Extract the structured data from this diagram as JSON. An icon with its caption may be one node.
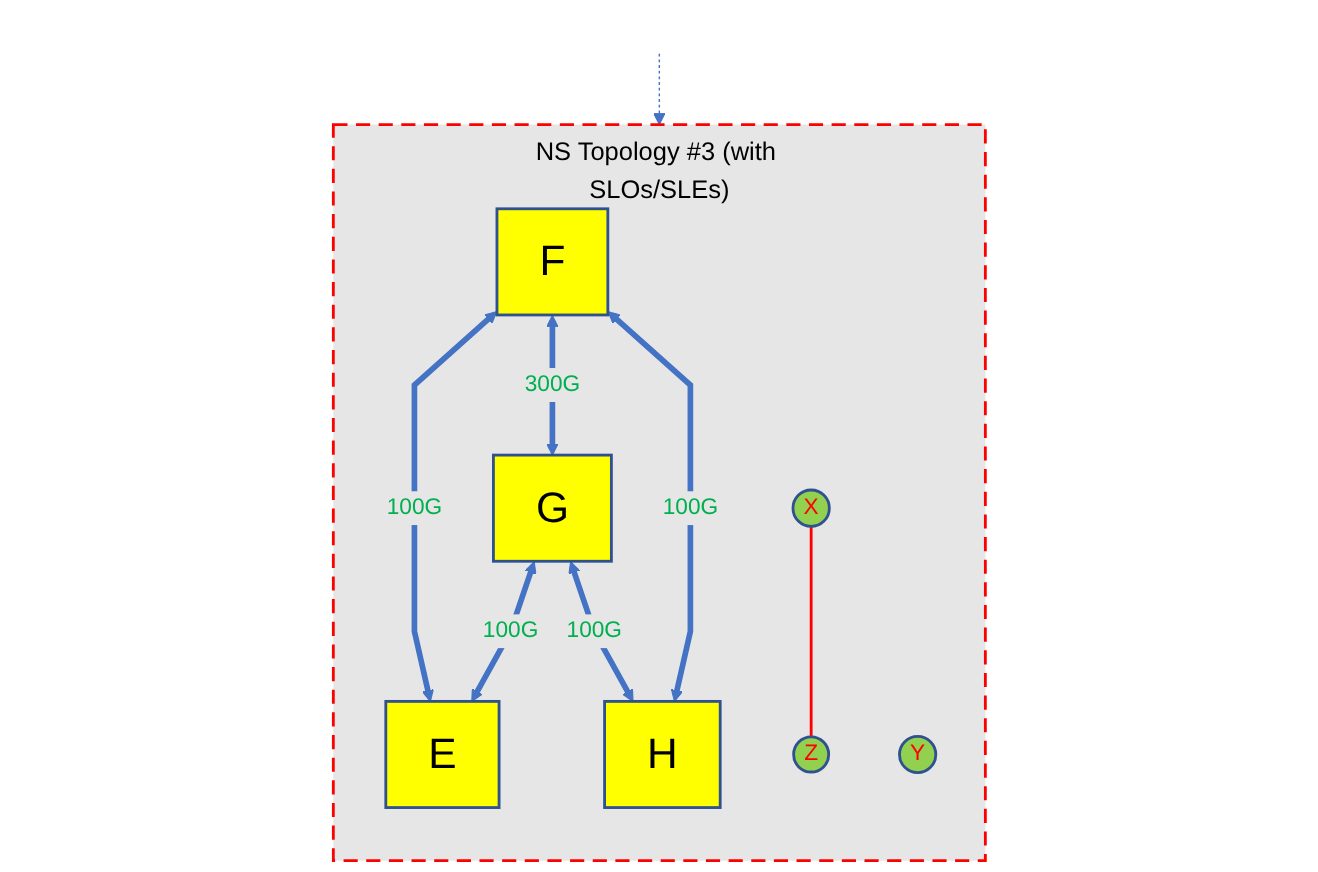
{
  "diagram": {
    "nodes": [
      {
        "text": [
          "NS Topology #3 (with SLOs/SLEs)"
        ]
      },
      {
        "text": [
          "F"
        ],
        "in": 0
      },
      {
        "text": [
          "G"
        ],
        "in": 0
      },
      {
        "text": [
          "Y"
        ],
        "in": 0
      },
      {
        "text": [
          "E"
        ],
        "in": 0
      },
      {
        "text": [
          "X"
        ],
        "in": 0
      },
      {
        "text": [
          "H"
        ],
        "in": 0
      },
      {
        "text": [
          "Z"
        ],
        "in": 0
      }
    ],
    "edges": [
      {
        "from": 1,
        "to": 2,
        "arrow": "both",
        "label": "300G"
      },
      {
        "from": 1,
        "to": 4,
        "arrow": "both",
        "label": "100G"
      },
      {
        "from": 2,
        "to": 6,
        "arrow": "both",
        "label": "100G"
      },
      {
        "from": 1,
        "to": 6,
        "arrow": "both",
        "label": "100G"
      },
      {
        "from": 2,
        "to": 4,
        "arrow": "both",
        "label": "100G"
      },
      {
        "from": 5,
        "to": 7,
        "arrow": "none",
        "color": "#ff0000"
      },
      {
        "from": null,
        "to": 0,
        "arrow": "to",
        "style": "dashed"
      }
    ]
  }
}
